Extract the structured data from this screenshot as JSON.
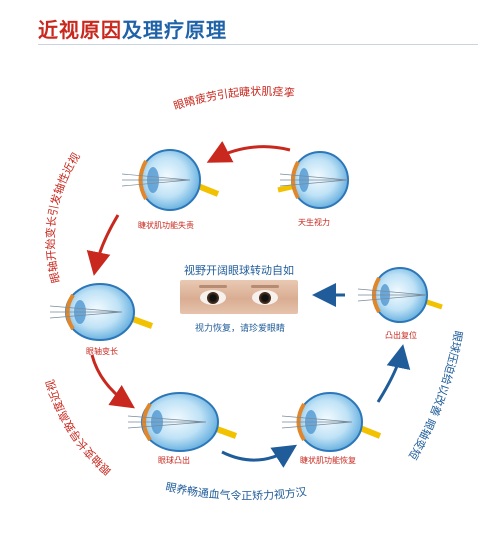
{
  "title": {
    "red_part": "近视原因",
    "blue_part": "及理疗原理"
  },
  "center": {
    "caption_top": "视野开阔眼球转动自如",
    "caption_bottom": "视力恢复，请珍爱眼睛"
  },
  "eye_labels": {
    "congenital": "天生视力",
    "ciliary_loss": "睫状肌功能失责",
    "axis_change": "眼轴变长",
    "bulge": "眼球凸出",
    "ciliary_recover": "睫状肌功能恢复",
    "bulge_reset": "凸出复位"
  },
  "arc_texts": {
    "top": "眼睛疲劳引起睫状肌痉挛",
    "left_upper": "眼轴开始变长引发轴性近视",
    "left_lower": "眼轴变长导致高度近视",
    "bottom": "眼养畅通血气令正矫力视方汉",
    "right": "眼球压迫给以改善 眼轴变短"
  },
  "colors": {
    "red": "#c8281e",
    "blue": "#1f5c99",
    "eye_blue": "#5aa8dc",
    "eye_light": "#cfe8f7",
    "yellow": "#f2c200"
  }
}
